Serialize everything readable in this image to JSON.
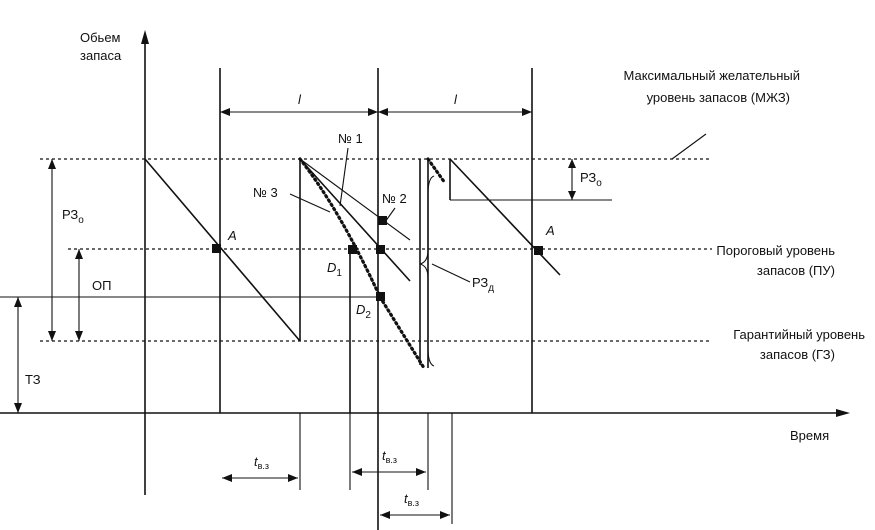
{
  "axes": {
    "y_label_line1": "Обьем",
    "y_label_line2": "запаса",
    "x_label": "Время"
  },
  "levels": {
    "mzh_line1": "Максимальный желательный",
    "mzh_line2": "уровень запасов (МЖЗ)",
    "pu_line1": "Пороговый уровень",
    "pu_line2": "запасов (ПУ)",
    "gz_line1": "Гарантийный уровень",
    "gz_line2": "запасов (ГЗ)"
  },
  "dims": {
    "rz_o_left": "РЗ",
    "rz_o_left_sub": "о",
    "rz_o_right": "РЗ",
    "rz_o_right_sub": "о",
    "op": "ОП",
    "tz": "ТЗ",
    "rz_d": "РЗ",
    "rz_d_sub": "д",
    "interval_1": "l",
    "interval_2": "l",
    "t_main_1": "t",
    "t_sub_1": "в.з",
    "t_main_2": "t",
    "t_sub_2": "в.з",
    "t_main_3": "t",
    "t_sub_3": "в.з"
  },
  "points": {
    "a1": "A",
    "a2": "A",
    "d1": "D",
    "d1_sub": "1",
    "d2": "D",
    "d2_sub": "2"
  },
  "scenarios": {
    "n1": "№ 1",
    "n2": "№ 2",
    "n3": "№ 3"
  }
}
